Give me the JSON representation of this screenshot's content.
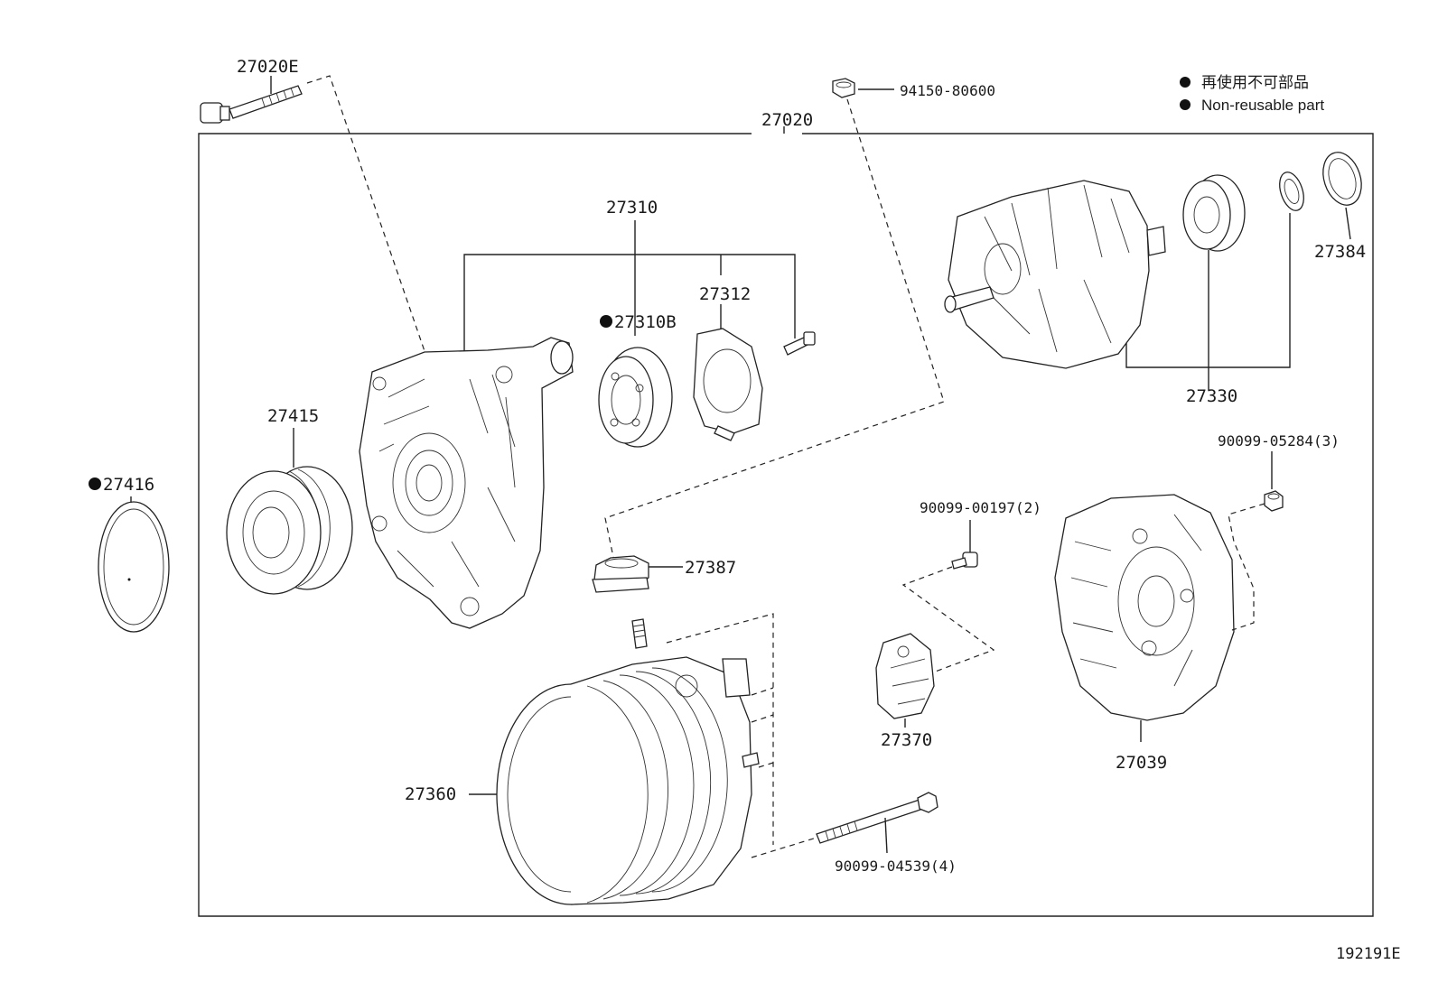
{
  "legend": {
    "jp": "再使用不可部品",
    "en": "Non-reusable part"
  },
  "figure_id": "192191E",
  "parts": {
    "p27020E": "27020E",
    "p94150": "94150-80600",
    "p27020": "27020",
    "p27310": "27310",
    "p27312": "27312",
    "p27310B": "27310B",
    "p27384": "27384",
    "p27330": "27330",
    "p27415": "27415",
    "p27416": "27416",
    "p90099_05284": "90099-05284(3)",
    "p90099_00197": "90099-00197(2)",
    "p27387": "27387",
    "p27370": "27370",
    "p27039": "27039",
    "p27360": "27360",
    "p90099_04539": "90099-04539(4)"
  }
}
